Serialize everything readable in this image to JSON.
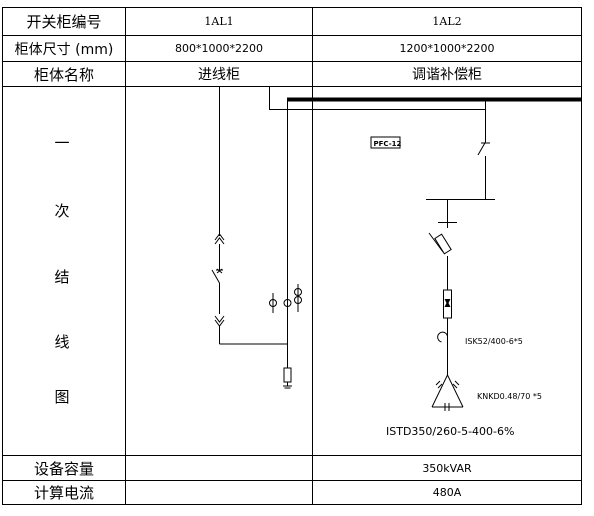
{
  "rows": {
    "switch_no": {
      "label": "开关柜编号",
      "col1": "1AL1",
      "col2": "1AL2"
    },
    "size": {
      "label": "柜体尺寸 (mm)",
      "col1": "800*1000*2200",
      "col2": "1200*1000*2200"
    },
    "name": {
      "label": "柜体名称",
      "col1": "进线柜",
      "col2": "调谐补偿柜"
    },
    "diagram_label": [
      "一",
      "次",
      "结",
      "线",
      "图"
    ],
    "capacity": {
      "label": "设备容量",
      "col1": "",
      "col2": "350kVAR"
    },
    "current": {
      "label": "计算电流",
      "col1": "",
      "col2": "480A"
    }
  },
  "diagram": {
    "controller_label": "PFC-12",
    "reactor_label": "ISK52/400-6*5",
    "capacitor_label": "KNKD0.48/70 *5",
    "model_label": "ISTD350/260-5-400-6%"
  }
}
